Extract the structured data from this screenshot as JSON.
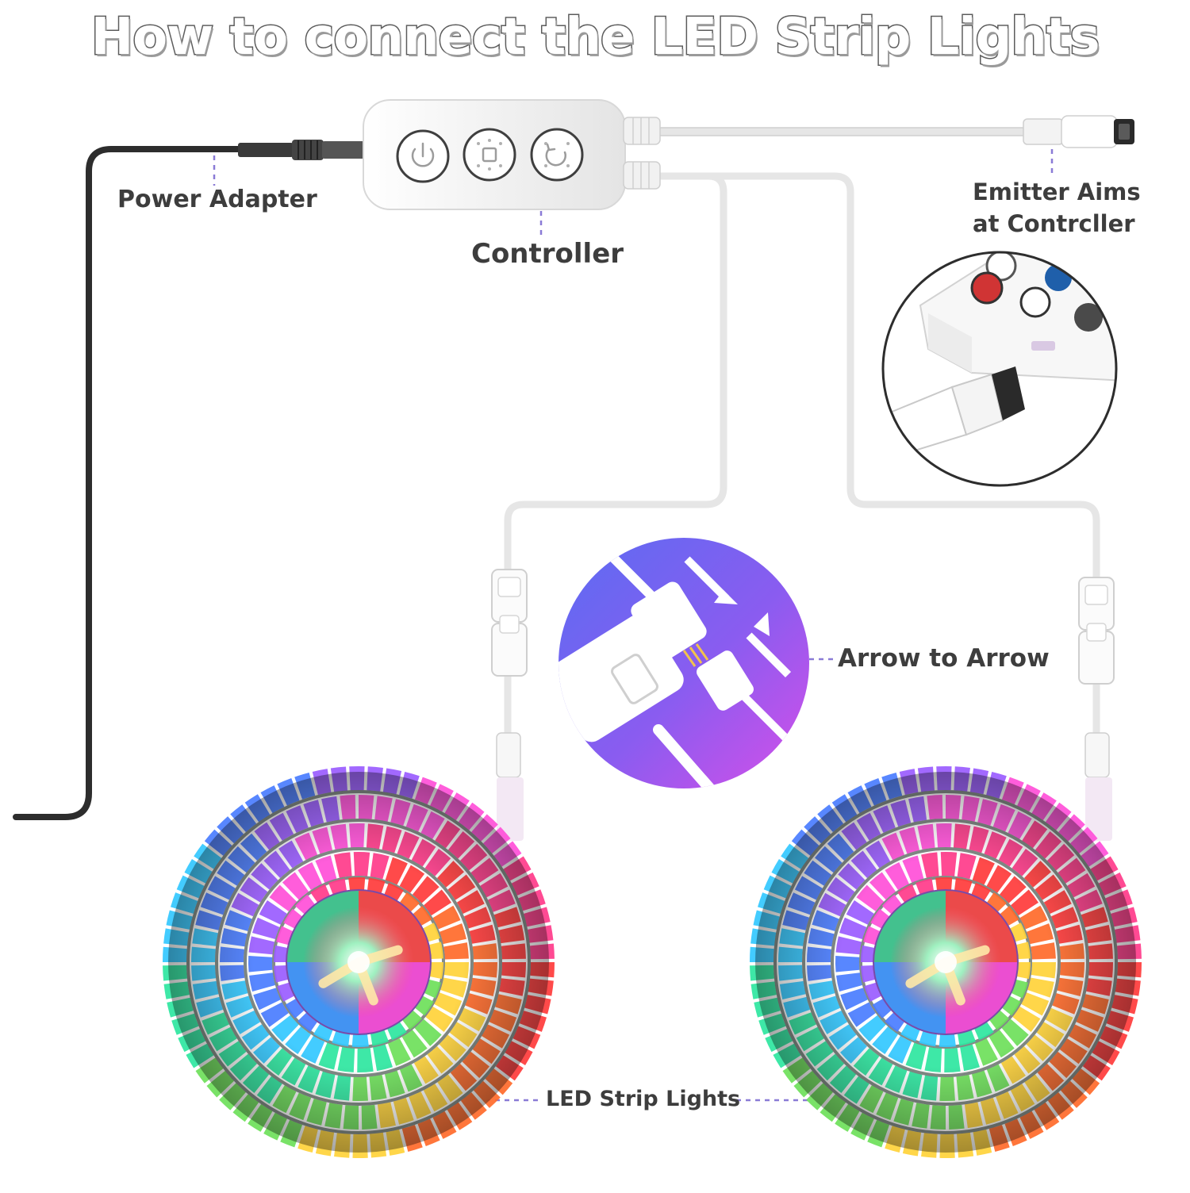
{
  "title": "How to connect the LED Strip Lights",
  "labels": {
    "power_adapter": "Power Adapter",
    "controller": "Controller",
    "emitter_line1": "Emitter Aims",
    "emitter_line2": "at Contrcller",
    "arrow_to_arrow": "Arrow to Arrow",
    "led_strip_lights": "LED Strip Lights"
  },
  "colors": {
    "text": "#3d3d3d",
    "leader_line": "#8a7bd6",
    "cable_white": "#e8e8e8",
    "cable_black": "#2d2d2d"
  }
}
